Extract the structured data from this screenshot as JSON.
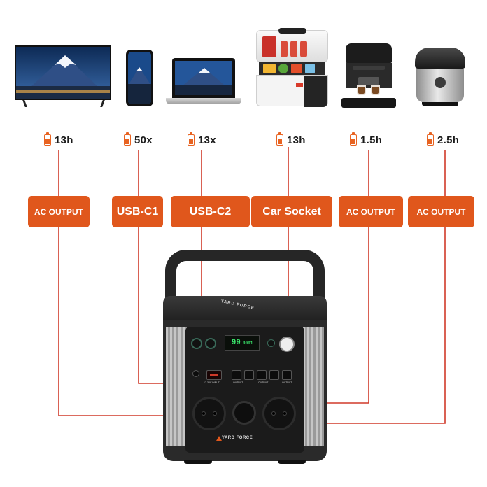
{
  "devices": [
    {
      "name": "tv",
      "runtime": "13h",
      "port": "AC OUTPUT"
    },
    {
      "name": "smartphone",
      "runtime": "50x",
      "port": "USB-C1"
    },
    {
      "name": "laptop",
      "runtime": "13x",
      "port": "USB-C2"
    },
    {
      "name": "portable-fridge",
      "runtime": "13h",
      "port": "Car Socket"
    },
    {
      "name": "coffee-machine",
      "runtime": "1.5h",
      "port": "AC OUTPUT"
    },
    {
      "name": "rice-cooker",
      "runtime": "2.5h",
      "port": "AC OUTPUT"
    }
  ],
  "station": {
    "brand": "YARD FORCE",
    "display": "99",
    "display_small": "0001",
    "dc_input_label": "12-30V INPUT",
    "usb_output_label": "OUTPUT"
  },
  "colors": {
    "accent": "#e0571c",
    "line": "#d03a2a",
    "battery": "#e86321"
  },
  "icons": {
    "runtime": "battery-icon"
  }
}
